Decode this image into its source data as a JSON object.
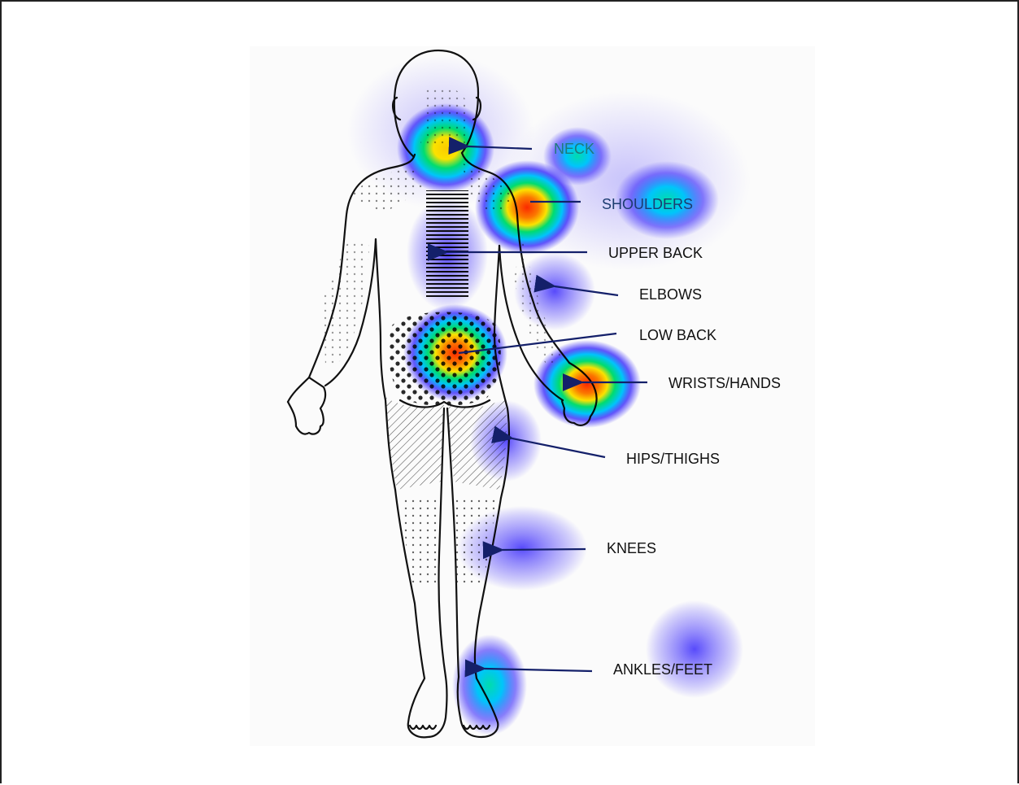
{
  "labels": {
    "neck": "NECK",
    "shoulders": "SHOULDERS",
    "upper_back": "UPPER BACK",
    "elbows": "ELBOWS",
    "low_back": "LOW BACK",
    "wrists_hands": "WRISTS/HANDS",
    "hips_thighs": "HIPS/THIGHS",
    "knees": "KNEES",
    "ankles_feet": "ANKLES/FEET"
  },
  "colors": {
    "outline": "#111111",
    "arrow": "#14206a",
    "heat_low": "#3b2bff",
    "heat_mid": "#00e070",
    "heat_high": "#ff2a00"
  }
}
